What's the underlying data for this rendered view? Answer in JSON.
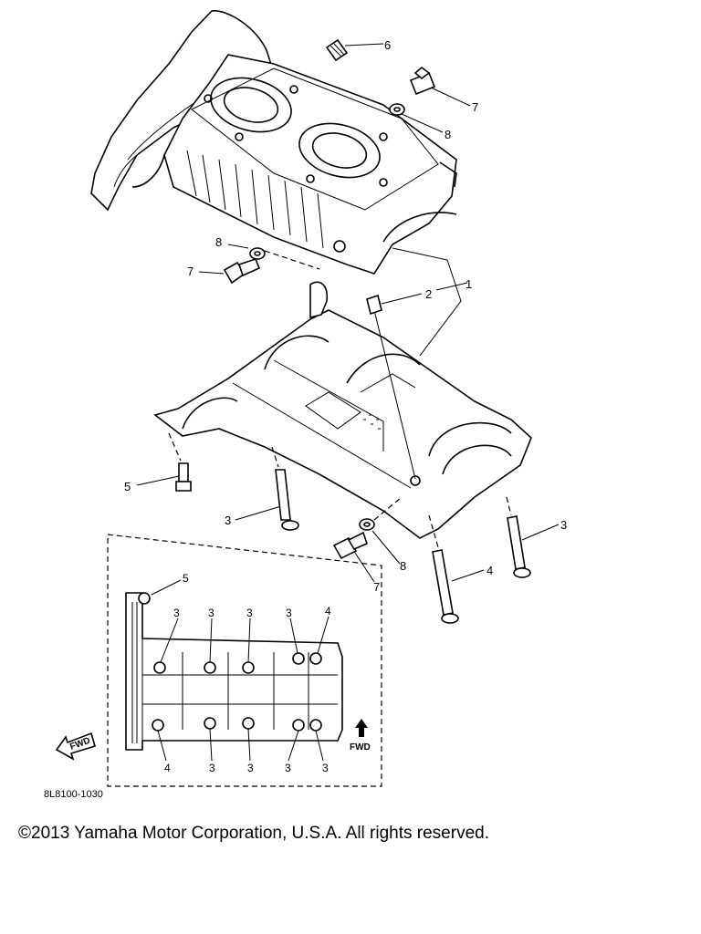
{
  "diagram": {
    "callouts": {
      "p1": "1",
      "p2": "2",
      "p3_left": "3",
      "p3_right": "3",
      "p4": "4",
      "p5": "5",
      "p6": "6",
      "p7_top": "7",
      "p7_left": "7",
      "p7_bottom": "7",
      "p8_top": "8",
      "p8_left": "8",
      "p8_bottom": "8"
    },
    "inset": {
      "label_5": "5",
      "top_labels": [
        "3",
        "3",
        "3",
        "3",
        "4"
      ],
      "bottom_labels": [
        "4",
        "3",
        "3",
        "3",
        "3"
      ],
      "fwd_right": "FWD",
      "fwd_left": "FWD"
    },
    "figure_code": "8L8100-1030"
  },
  "footer": {
    "copyright": "©2013 Yamaha Motor Corporation, U.S.A. All rights reserved."
  }
}
